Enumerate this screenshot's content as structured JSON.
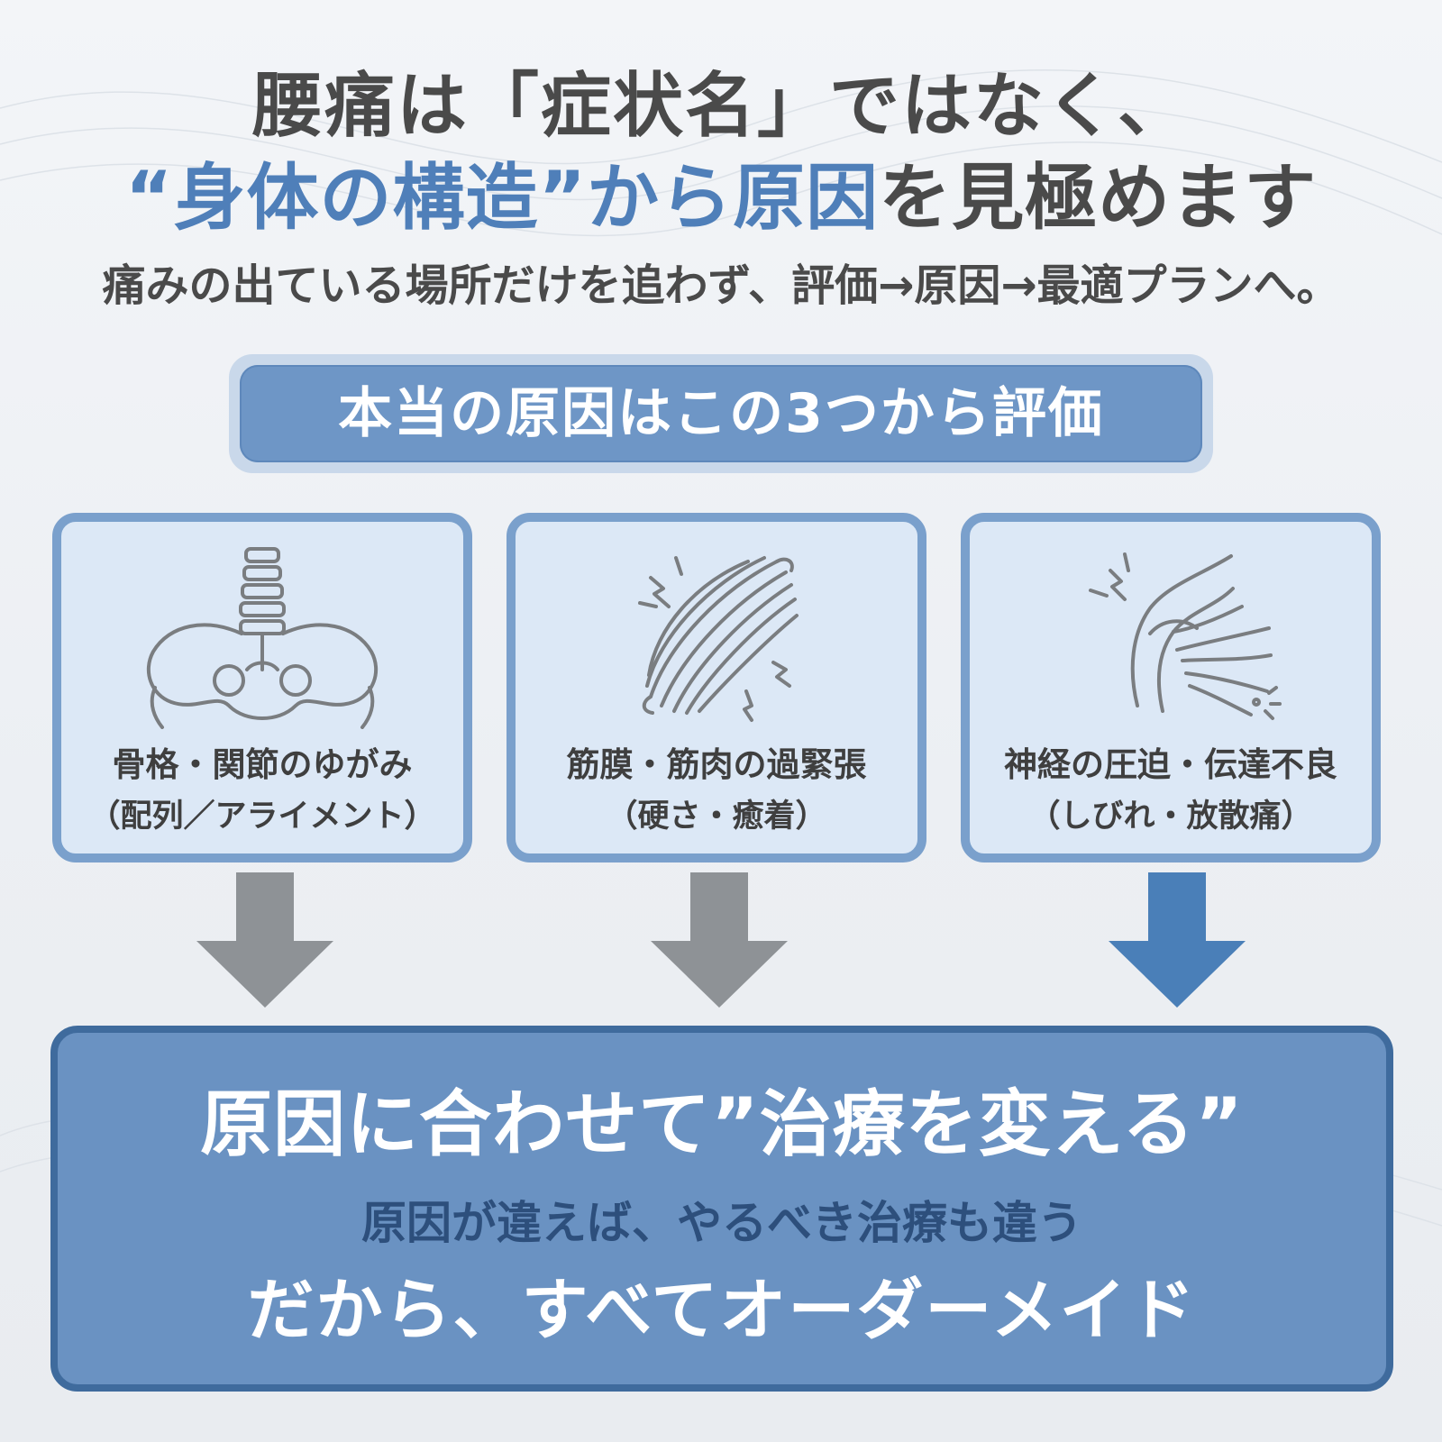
{
  "header": {
    "line1": "腰痛は「症状名」ではなく、",
    "line2_part1": "“身体の構造”から原因",
    "line2_part2": "を見極めます",
    "subtitle": "痛みの出ている場所だけを追わず、評価→原因→最適プランへ。"
  },
  "banner": {
    "label": "本当の原因はこの3つから評価"
  },
  "cards": [
    {
      "icon": "pelvis-spine-icon",
      "line1": "骨格・関節のゆがみ",
      "line2": "（配列／アライメント）"
    },
    {
      "icon": "muscle-fiber-icon",
      "line1": "筋膜・筋肉の過緊張",
      "line2": "（硬さ・癒着）"
    },
    {
      "icon": "nerve-joint-icon",
      "line1": "神経の圧迫・伝達不良",
      "line2": "（しびれ・放散痛）"
    }
  ],
  "arrows": {
    "colors": [
      "#8e9296",
      "#8e9296",
      "#4a7fb8"
    ]
  },
  "result": {
    "line1": "原因に合わせて”治療を変える”",
    "line2": "原因が違えば、やるべき治療も違う",
    "line3": "だから、すべてオーダーメイド"
  },
  "colors": {
    "accent_blue": "#4f7fb9",
    "card_border": "#7aa0cc",
    "card_fill": "#dce8f6",
    "result_fill": "#6a92c2",
    "result_border": "#3f6b9d"
  }
}
